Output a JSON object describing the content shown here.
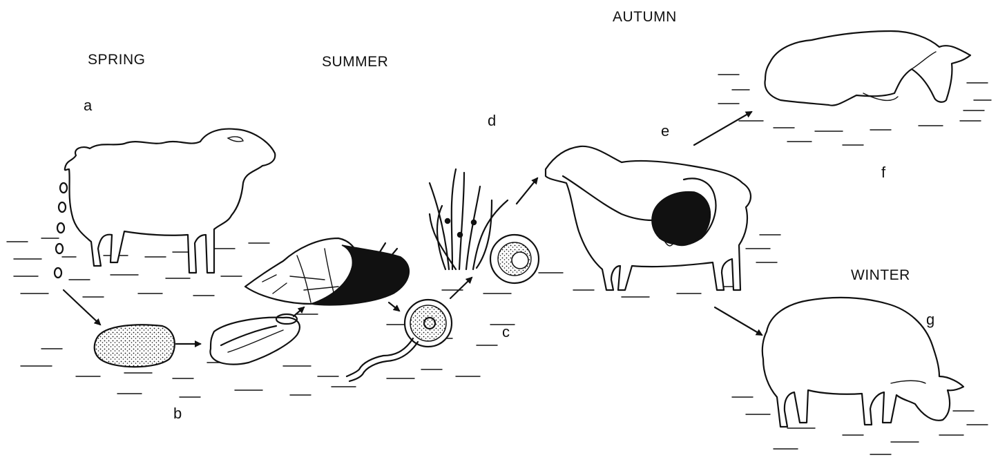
{
  "seasons": {
    "spring": "SPRING",
    "summer": "SUMMER",
    "autumn": "AUTUMN",
    "winter": "WINTER"
  },
  "stage_labels": {
    "a": "a",
    "b": "b",
    "c": "c",
    "d": "d",
    "e": "e",
    "f": "f",
    "g": "g"
  }
}
